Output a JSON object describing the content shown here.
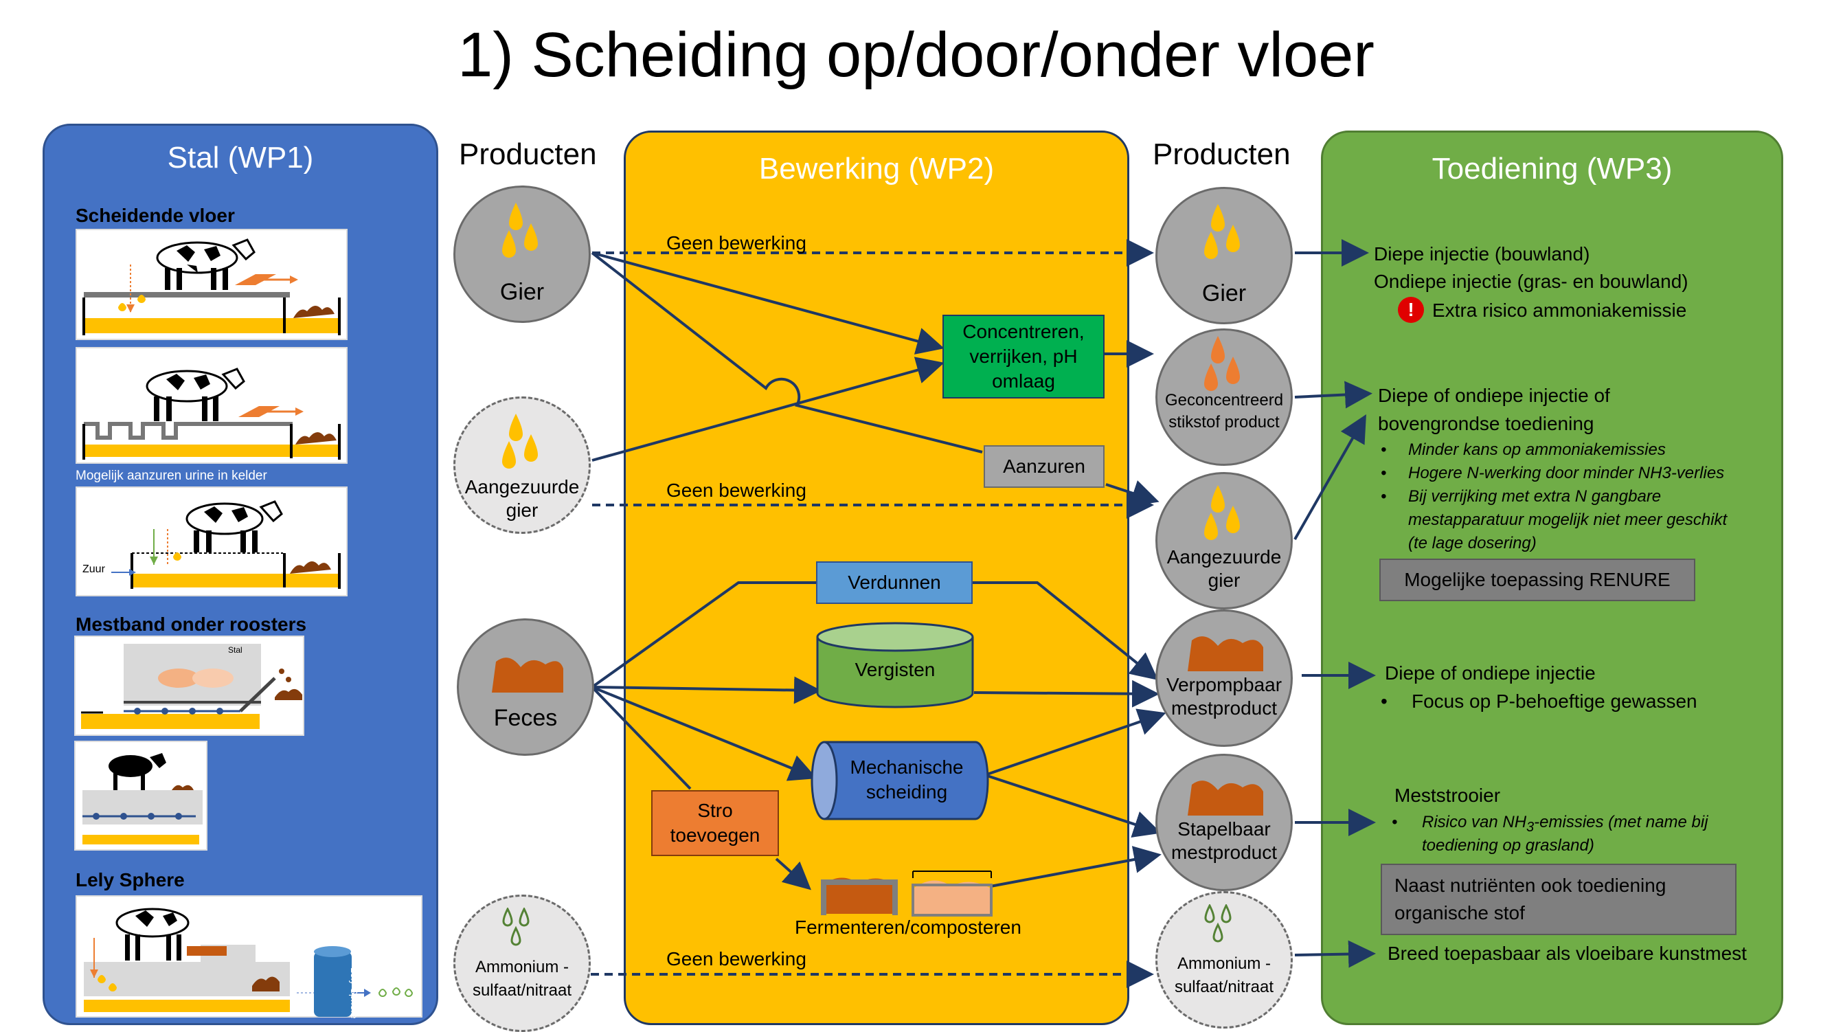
{
  "title": "1) Scheiding op/door/onder vloer",
  "stal": {
    "title": "Stal (WP1)",
    "sub1": "Scheidende vloer",
    "caption": "Mogelijk aanzuren urine in kelder",
    "zuur": "Zuur",
    "sub2": "Mestband onder roosters",
    "stal_tag": "Stal",
    "sub3": "Lely Sphere",
    "lely": "Lely Sphere"
  },
  "col_left_header": "Producten",
  "col_right_header": "Producten",
  "bewerking": {
    "title": "Bewerking (WP2)",
    "geen1": "Geen bewerking",
    "geen2": "Geen bewerking",
    "geen3": "Geen bewerking",
    "concentreren": "Concentreren, verrijken, pH omlaag",
    "aanzuren": "Aanzuren",
    "verdunnen": "Verdunnen",
    "vergisten": "Vergisten",
    "mechanische": "Mechanische scheiding",
    "stro": "Stro toevoegen",
    "fermenteren": "Fermenteren/composteren"
  },
  "left_products": {
    "gier": "Gier",
    "aangezuurde": "Aangezuurde gier",
    "feces": "Feces",
    "ammonium": "Ammonium - sulfaat/nitraat"
  },
  "right_products": {
    "gier": "Gier",
    "geconcentreerd": "Geconcentreerd stikstof product",
    "aangezuurde": "Aangezuurde gier",
    "verpompbaar": "Verpompbaar mestproduct",
    "stapelbaar": "Stapelbaar mestproduct",
    "ammonium": "Ammonium - sulfaat/nitraat"
  },
  "toediening": {
    "title": "Toediening (WP3)",
    "t1a": "Diepe injectie (bouwland)",
    "t1b": "Ondiepe injectie (gras- en bouwland)",
    "t1c": "Extra risico ammoniakemissie",
    "t2a": "Diepe of ondiepe injectie  of",
    "t2b": "bovengrondse toediening",
    "b1": "Minder kans op ammoniakemissies",
    "b2": "Hogere N-werking door minder NH3-verlies",
    "b3a": "Bij verrijking met extra N  gangbare",
    "b3b": "mestapparatuur  mogelijk niet meer geschikt",
    "b3c": "(te lage dosering)",
    "renure": "Mogelijke toepassing RENURE",
    "t3a": "Diepe of ondiepe injectie",
    "t3b": "Focus op P-behoeftige gewassen",
    "t4a": "Meststrooier",
    "t4b_pre": "Risico van NH",
    "t4b_sub": "3",
    "t4b_post": "-emissies (met name bij",
    "t4c": "toediening op grasland)",
    "organisch": "Naast nutriënten ook toediening organische stof",
    "t5": "Breed toepasbaar als vloeibare kunstmest"
  },
  "colors": {
    "stal": "#4472c4",
    "bewerking": "#ffc000",
    "toediening": "#70ad47",
    "concentreren": "#00b050",
    "arrow": "#1f3864",
    "grey_box": "#a6a6a6",
    "orange_box": "#ed7d31",
    "blue_box": "#5b9bd5"
  }
}
